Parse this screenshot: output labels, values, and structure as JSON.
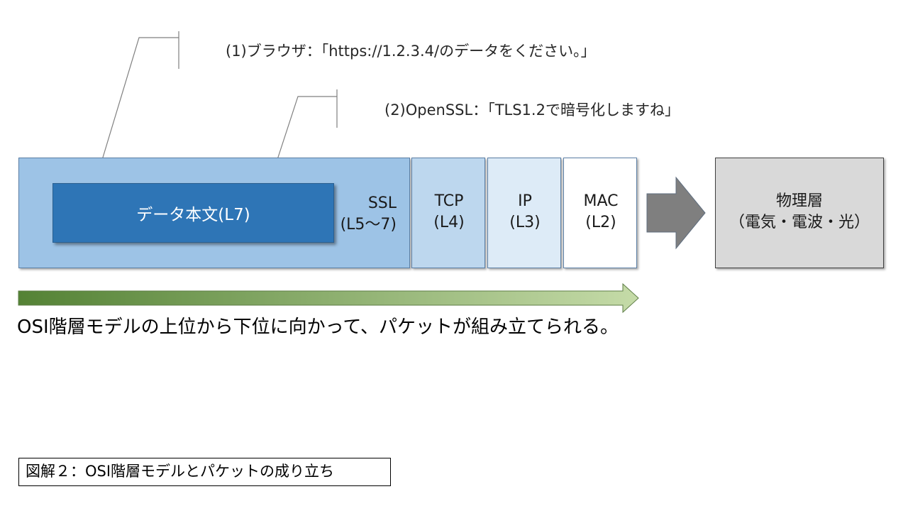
{
  "callouts": [
    {
      "text": "(1)ブラウザ：「https://1.2.3.4/のデータをください。」"
    },
    {
      "text": "(2)OpenSSL：「TLS1.2で暗号化しますね」"
    }
  ],
  "layers": {
    "data_body": "データ本文(L7)",
    "ssl": {
      "line1": "SSL",
      "line2": "(L5～7)"
    },
    "tcp": {
      "line1": "TCP",
      "line2": "(L4)"
    },
    "ip": {
      "line1": "IP",
      "line2": "(L3)"
    },
    "mac": {
      "line1": "MAC",
      "line2": "(L2)"
    },
    "physical": {
      "line1": "物理層",
      "line2": "（電気・電波・光）"
    }
  },
  "caption": "OSI階層モデルの上位から下位に向かって、パケットが組み立てられる。",
  "figure_label": "図解２：OSI階層モデルとパケットの成り立ち",
  "colors": {
    "ssl_fill": "#9dc3e6",
    "data_fill": "#2e75b6",
    "tcp_fill": "#bdd7ee",
    "ip_fill": "#ddebf7",
    "mac_fill": "#ffffff",
    "physical_fill": "#d9d9d9",
    "arrow_gray": "#7f7f7f",
    "progress_arrow": "#70a04c"
  }
}
